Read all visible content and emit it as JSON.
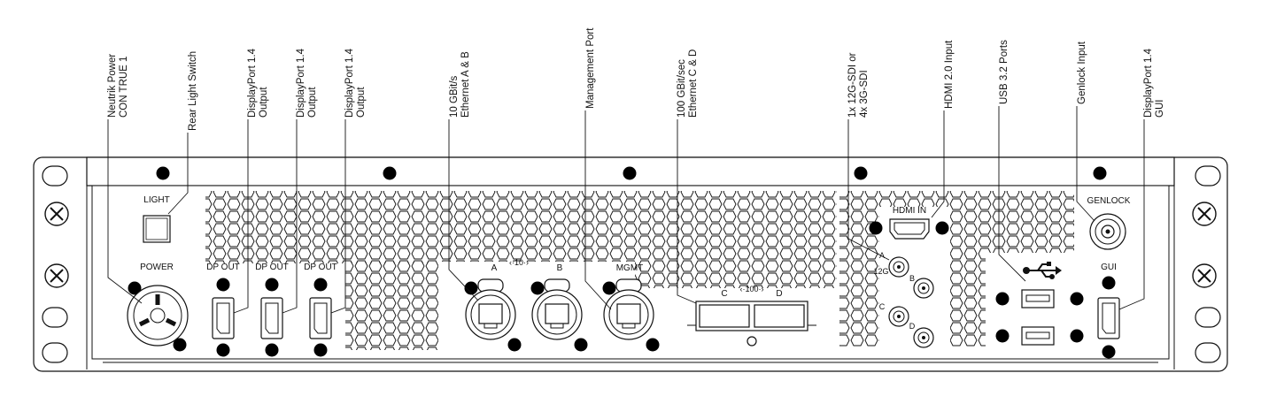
{
  "callouts": [
    {
      "id": "neutrik-power",
      "lines": [
        "Neutrik Power",
        "CON TRUE 1"
      ]
    },
    {
      "id": "rear-light-switch",
      "lines": [
        "Rear Light Switch"
      ]
    },
    {
      "id": "dp-output-1",
      "lines": [
        "DisplayPort 1.4",
        "Output"
      ]
    },
    {
      "id": "dp-output-2",
      "lines": [
        "DisplayPort 1.4",
        "Output"
      ]
    },
    {
      "id": "dp-output-3",
      "lines": [
        "DisplayPort 1.4",
        "Output"
      ]
    },
    {
      "id": "ethernet-ab",
      "lines": [
        "10 GBit/s",
        "Ethernet A & B"
      ]
    },
    {
      "id": "management-port",
      "lines": [
        "Management Port"
      ]
    },
    {
      "id": "ethernet-cd",
      "lines": [
        "100 GBit/sec",
        "Ethernet C & D"
      ]
    },
    {
      "id": "sdi",
      "lines": [
        "1x 12G-SDI or",
        "4x 3G-SDI"
      ]
    },
    {
      "id": "hdmi-input",
      "lines": [
        "HDMI 2.0 Input"
      ]
    },
    {
      "id": "usb-ports",
      "lines": [
        "USB 3.2 Ports"
      ]
    },
    {
      "id": "genlock-input",
      "lines": [
        "Genlock Input"
      ]
    },
    {
      "id": "dp-gui",
      "lines": [
        "DisplayPort 1.4",
        "GUI"
      ]
    }
  ],
  "panel_labels": {
    "light": "LIGHT",
    "power": "POWER",
    "dp_out_1": "DP OUT",
    "dp_out_2": "DP OUT",
    "dp_out_3": "DP OUT",
    "eth_a": "A",
    "eth_b": "B",
    "eth_ab_speed": "10",
    "mgmt": "MGMT",
    "qsfp_c": "C",
    "qsfp_d": "D",
    "qsfp_speed": "100",
    "sdi_a": "A",
    "sdi_12g": "12G",
    "sdi_b": "B",
    "sdi_c": "C",
    "sdi_d": "D",
    "hdmi_in": "HDMI IN",
    "genlock": "GENLOCK",
    "gui": "GUI"
  },
  "icons": {
    "usb": "usb-icon"
  }
}
